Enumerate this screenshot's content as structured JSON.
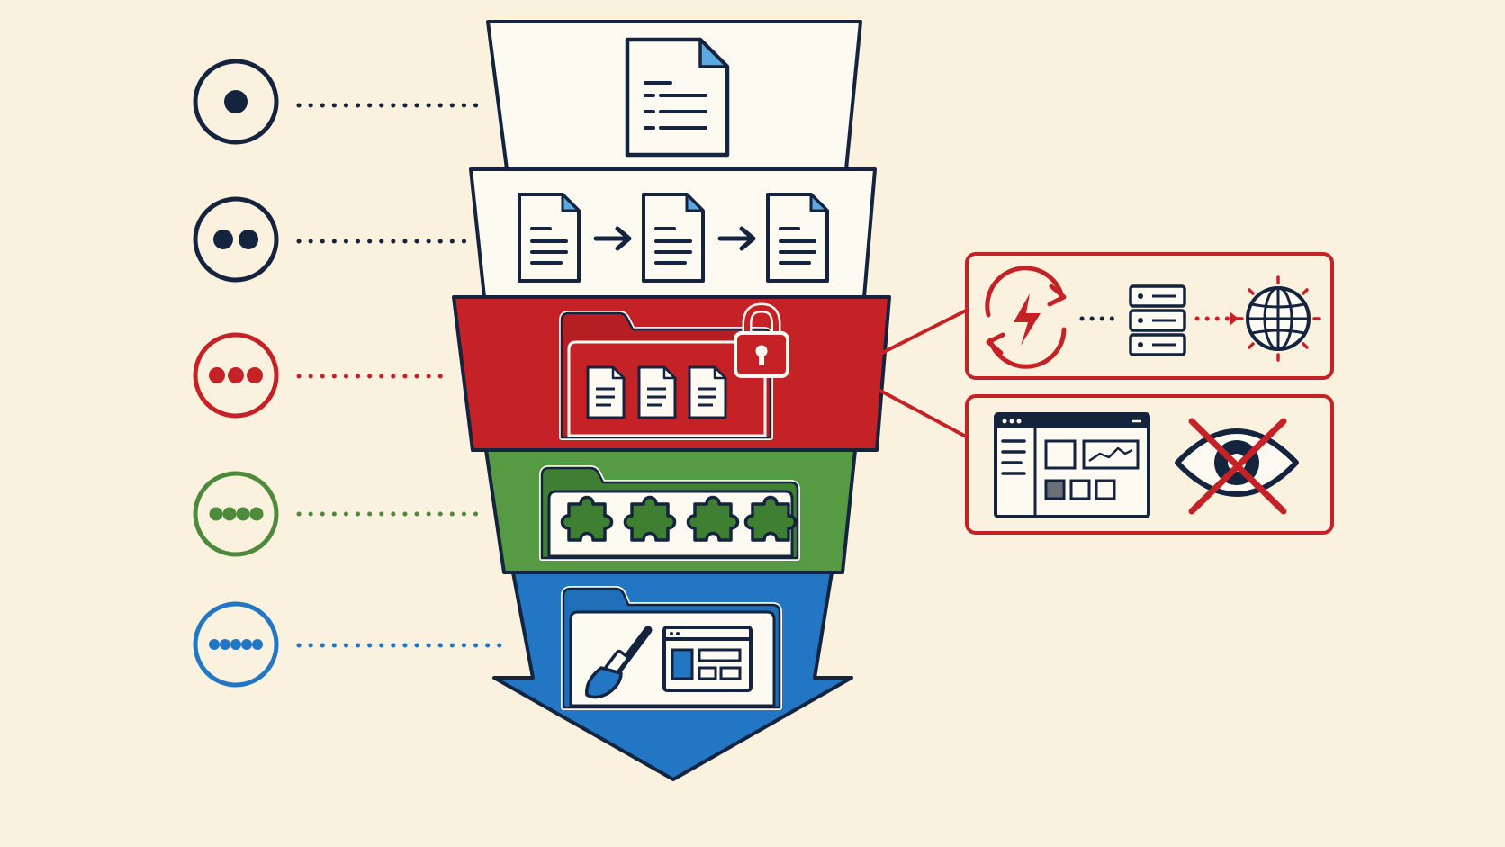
{
  "colors": {
    "background": "#fbf1df",
    "ink": "#14243e",
    "paper": "#fdfaf2",
    "level1": "#14243e",
    "level2": "#14243e",
    "level3": "#c42226",
    "level4": "#4d8a3c",
    "level5": "#2276c4",
    "page_fold": "#5aa9e0",
    "folder_red": "#b51f23",
    "folder_green": "#3f7f32",
    "folder_blue": "#1f6fb8",
    "callout": "#c42226"
  },
  "levels": [
    {
      "rank": 1,
      "dots": 1,
      "color_key": "level1",
      "icon": "single-document-icon"
    },
    {
      "rank": 2,
      "dots": 2,
      "color_key": "level2",
      "icon": "document-chain-icon"
    },
    {
      "rank": 3,
      "dots": 3,
      "color_key": "level3",
      "icon": "locked-folder-icon"
    },
    {
      "rank": 4,
      "dots": 4,
      "color_key": "level4",
      "icon": "puzzle-folder-icon"
    },
    {
      "rank": 5,
      "dots": 5,
      "color_key": "level5",
      "icon": "brush-ui-folder-icon"
    }
  ],
  "callouts": [
    {
      "attached_to_level": 3,
      "icons": [
        "lightning-sync-icon",
        "server-icon",
        "globe-icon"
      ]
    },
    {
      "attached_to_level": 3,
      "icons": [
        "dashboard-window-icon",
        "eye-crossed-icon"
      ]
    }
  ]
}
